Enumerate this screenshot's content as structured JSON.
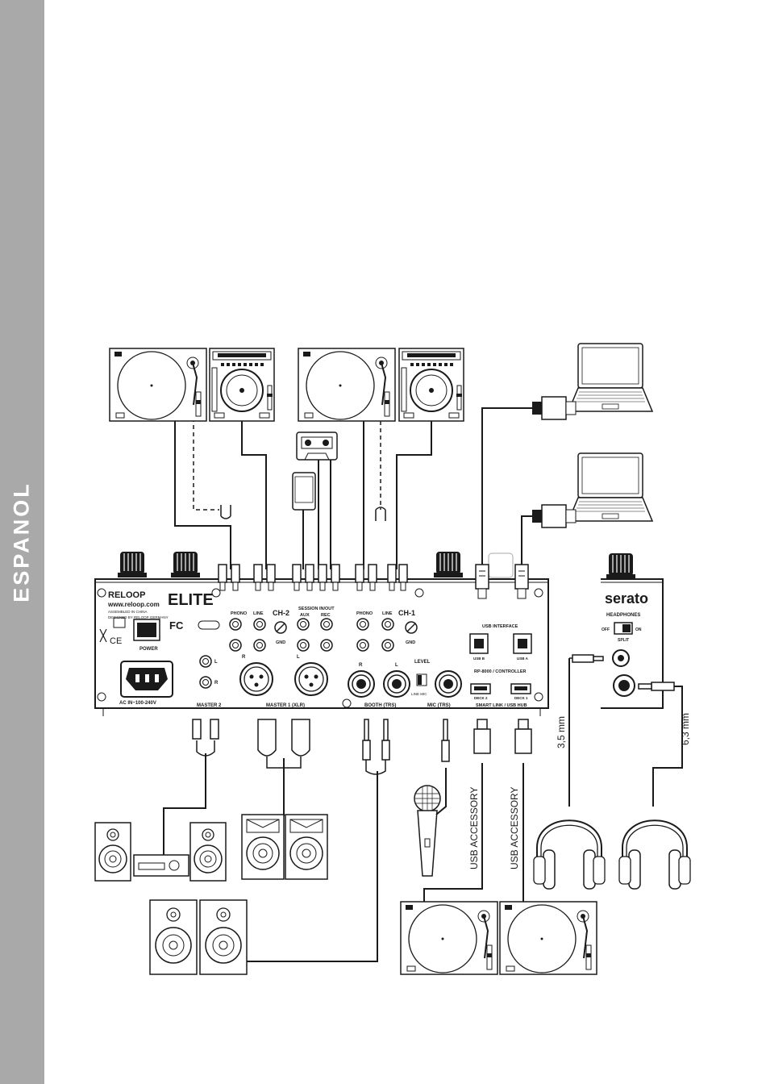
{
  "sidebar": {
    "language_label": "ESPANOL"
  },
  "mixer": {
    "brand_logo": "RELOOP",
    "website": "www.reloop.com",
    "assembled": "ASSEMBLED IN CHINA",
    "designed": "DESIGNED BY RELOOP GERMANY",
    "model": "ELITE",
    "power_label": "POWER",
    "ac_label": "AC IN~100-240V",
    "ch2_label": "CH-2",
    "ch1_label": "CH-1",
    "phono": "PHONO",
    "line": "LINE",
    "gnd": "GND",
    "session_label": "SESSION IN/OUT",
    "aux": "AUX",
    "rec": "REC",
    "l": "L",
    "r": "R",
    "master2": "MASTER 2",
    "master1": "MASTER 1 (XLR)",
    "booth": "BOOTH (TRS)",
    "mic": "MIC (TRS)",
    "level": "LEVEL",
    "line_mic": "LINE  MIC",
    "usb_interface": "USB INTERFACE",
    "usb_b": "USB B",
    "usb_a": "USB A",
    "rp_controller": "RP-8000 / CONTROLLER",
    "deck2": "DECK 2",
    "deck1": "DECK 1",
    "smart_link": "SMART LINK / USB HUB"
  },
  "front_panel": {
    "brand": "serato",
    "headphones_label": "HEADPHONES",
    "off": "OFF",
    "on": "ON",
    "split": "SPLIT"
  },
  "annotations": {
    "jack_small": "3,5 mm",
    "jack_large": "6,3 mm",
    "usb_accessory_1": "USB ACCESSORY",
    "usb_accessory_2": "USB ACCESSORY"
  }
}
